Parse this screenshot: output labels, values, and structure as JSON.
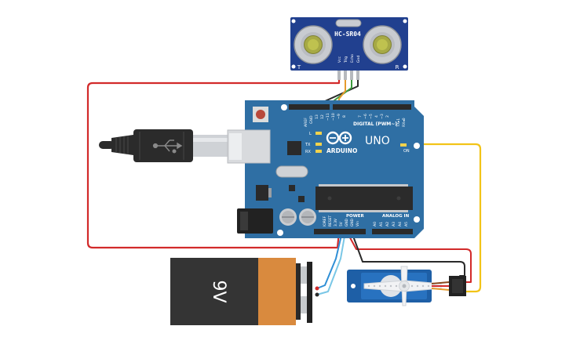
{
  "sensor": {
    "model": "HC-SR04",
    "left_mark": "T",
    "right_mark": "R",
    "pins": [
      "Vcc",
      "Trig",
      "Echo",
      "Gnd"
    ]
  },
  "arduino": {
    "brand": "ARDUINO",
    "model": "UNO",
    "digital_header": "DIGITAL (PWM~)",
    "power_header": "POWER",
    "analog_header": "ANALOG IN",
    "on_label": "ON",
    "led_labels": [
      "L",
      "TX",
      "RX"
    ],
    "top_pins": [
      "AREF",
      "GND",
      "13",
      "12",
      "~11",
      "~10",
      "~9",
      "8",
      "7",
      "~6",
      "~5",
      "4",
      "~3",
      "2",
      "TX▸1",
      "RX◂0"
    ],
    "power_pins": [
      "IOREF",
      "RESET",
      "3.3V",
      "5V",
      "GND",
      "GND",
      "Vin"
    ],
    "analog_pins": [
      "A0",
      "A1",
      "A2",
      "A3",
      "A4",
      "A5"
    ]
  },
  "battery": {
    "label": "9V"
  },
  "colors": {
    "red_wire": "#d22a2a",
    "yellow_wire": "#f2c418",
    "board_blue": "#2f6fa4",
    "sensor_blue": "#21408f",
    "servo_blue": "#1e5fa6",
    "battery_orange": "#d98a3e"
  }
}
